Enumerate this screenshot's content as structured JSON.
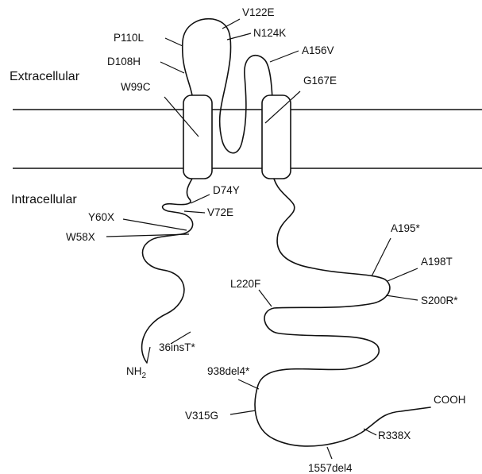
{
  "regions": {
    "extracellular": "Extracellular",
    "intracellular": "Intracellular"
  },
  "termini": {
    "n_terminus": "NH",
    "n_terminus_sub": "2",
    "c_terminus": "COOH"
  },
  "mutations": [
    "V122E",
    "P110L",
    "N124K",
    "A156V",
    "D108H",
    "W99C",
    "G167E",
    "D74Y",
    "V72E",
    "Y60X",
    "W58X",
    "A195*",
    "A198T",
    "L220F",
    "S200R*",
    "36insT*",
    "938del4*",
    "V315G",
    "R338X",
    "1557del4"
  ]
}
